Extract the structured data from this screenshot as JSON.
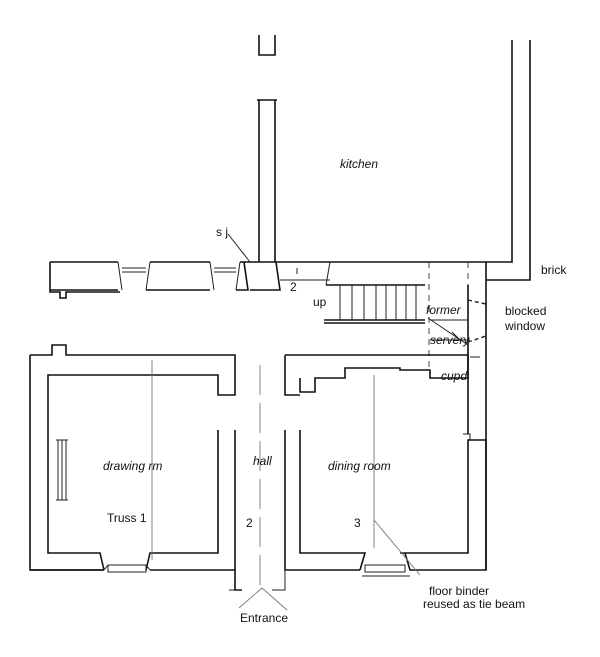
{
  "labels": {
    "kitchen": "kitchen",
    "sj": "s j",
    "brick": "brick",
    "two_top": "2",
    "up": "up",
    "former": "former",
    "servery": "servery",
    "blocked_window": [
      "blocked",
      "window"
    ],
    "cupd": "cupd",
    "drawing_rm": "drawing rm",
    "hall": "hall",
    "dining_room": "dining room",
    "truss1": "Truss 1",
    "truss2": "2",
    "truss3": "3",
    "floor_binder": [
      "floor binder",
      "reused as tie beam"
    ],
    "entrance": "Entrance"
  }
}
